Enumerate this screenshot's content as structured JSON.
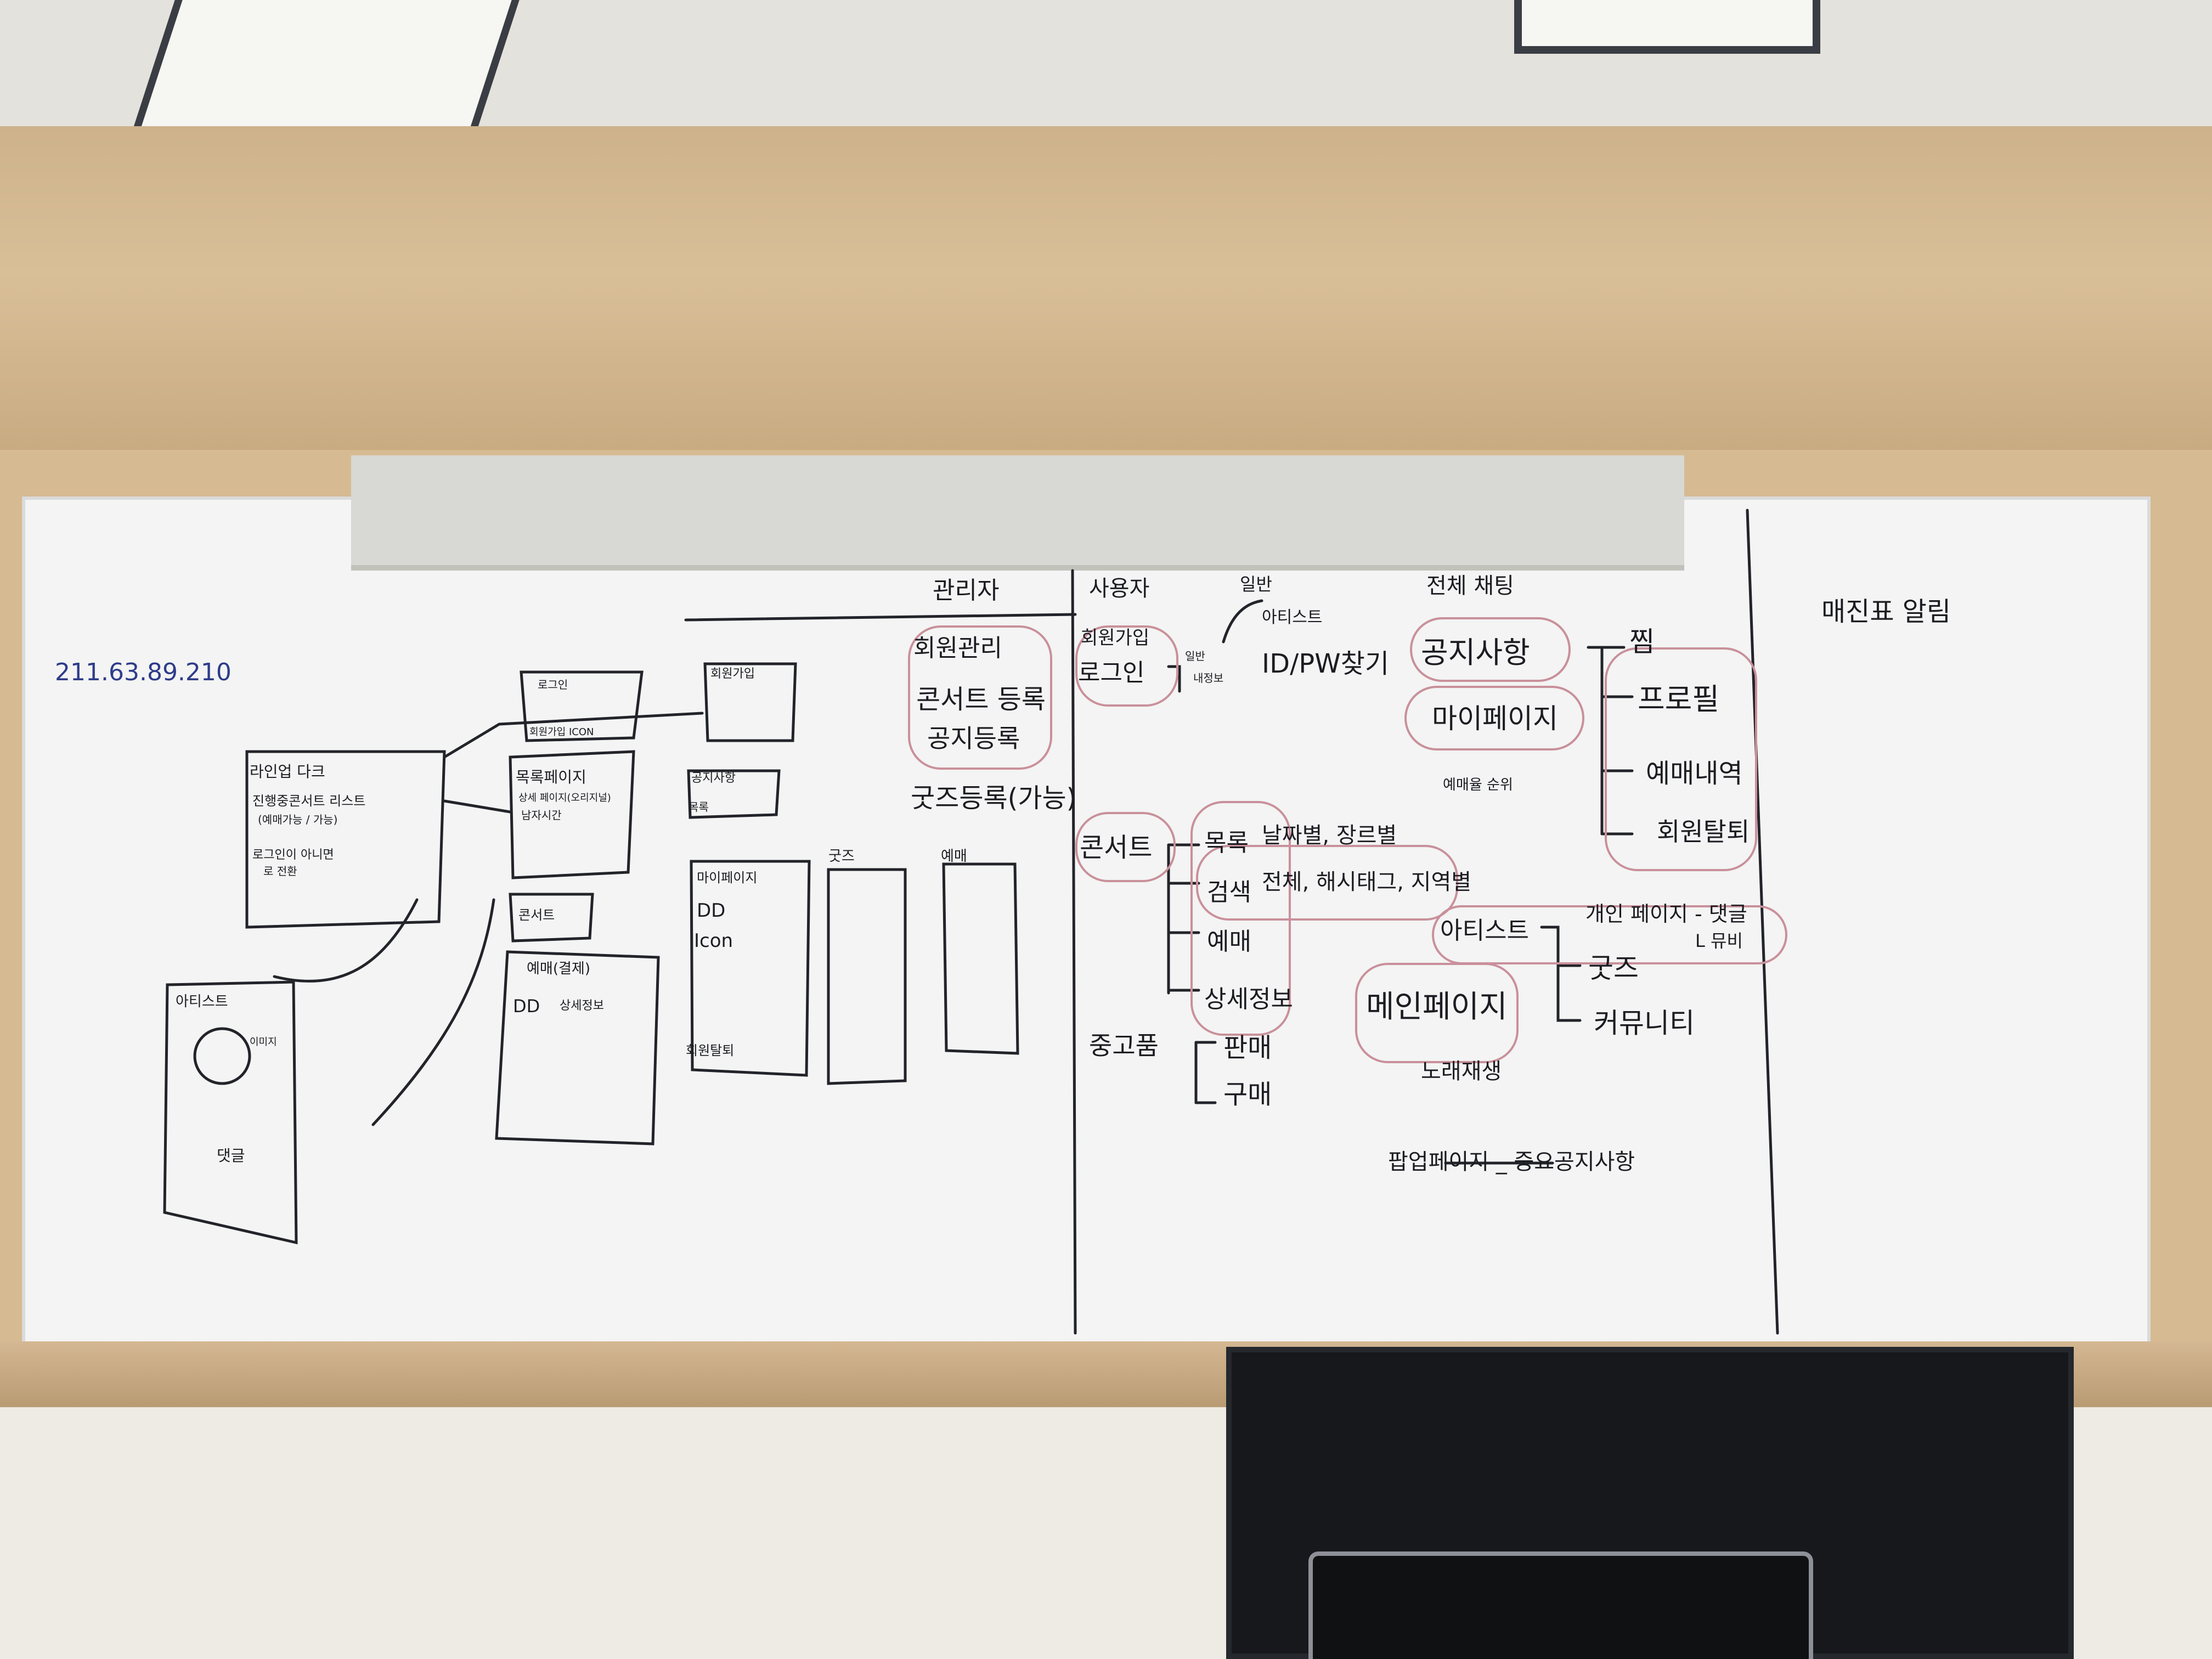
{
  "ip_address": "211.63.89.210",
  "wireframes": {
    "main_list": [
      "라인업 다크",
      "진행중콘서트 리스트",
      "(예매가능 / 가능)",
      "로그인이 아니면",
      "로 전환"
    ],
    "login_box": [
      "로그인",
      "회원가입 ICON"
    ],
    "signup_box": "회원가입",
    "list_page": [
      "목록페이지",
      "상세 페이지(오리지널)",
      "남자시간"
    ],
    "notice_box": [
      "공지사항",
      "목록"
    ],
    "concert_label": "콘서트",
    "reservation_box": [
      "예매(결제)",
      "DD",
      "상세정보"
    ],
    "artist_box": [
      "아티스트",
      "이미지",
      "댓글"
    ],
    "mypage_box": [
      "마이페이지",
      "DD",
      "Icon",
      "회원탈퇴"
    ],
    "goods_label": "굿즈",
    "reservation_label": "예매"
  },
  "admin": {
    "header": "관리자",
    "items": [
      "회원관리",
      "콘서트 등록",
      "공지등록",
      "굿즈등록(가능)"
    ]
  },
  "user": {
    "header": "사용자",
    "signup": "회원가입",
    "login": "로그인",
    "login_options": [
      "일반",
      "아티스트"
    ],
    "login_branches": [
      "일반",
      "내정보"
    ],
    "find_id_pw": "ID/PW찾기",
    "concert": "콘서트",
    "concert_items": [
      "목록",
      "검색",
      "예매",
      "상세정보"
    ],
    "list_sort": "날짜별, 장르별",
    "ranking": "예매율 순위",
    "search_options": "전체, 해시태그, 지역별",
    "secondhand": "중고품",
    "secondhand_items": [
      "판매",
      "구매"
    ]
  },
  "total_chat": {
    "header": "전체 채팅",
    "notice": "공지사항",
    "mypage": "마이페이지",
    "mypage_items": [
      "찜",
      "프로필",
      "예매내역",
      "회원탈퇴"
    ],
    "artist": "아티스트",
    "artist_items": [
      "개인 페이지 - 댓글",
      "L 뮤비",
      "굿즈",
      "커뮤니티"
    ],
    "main_page": "메인페이지",
    "main_page_sub": "노래재생",
    "popup": "팝업페이지 _ 중요공지사항"
  },
  "ticket_open": "매진표 알림"
}
